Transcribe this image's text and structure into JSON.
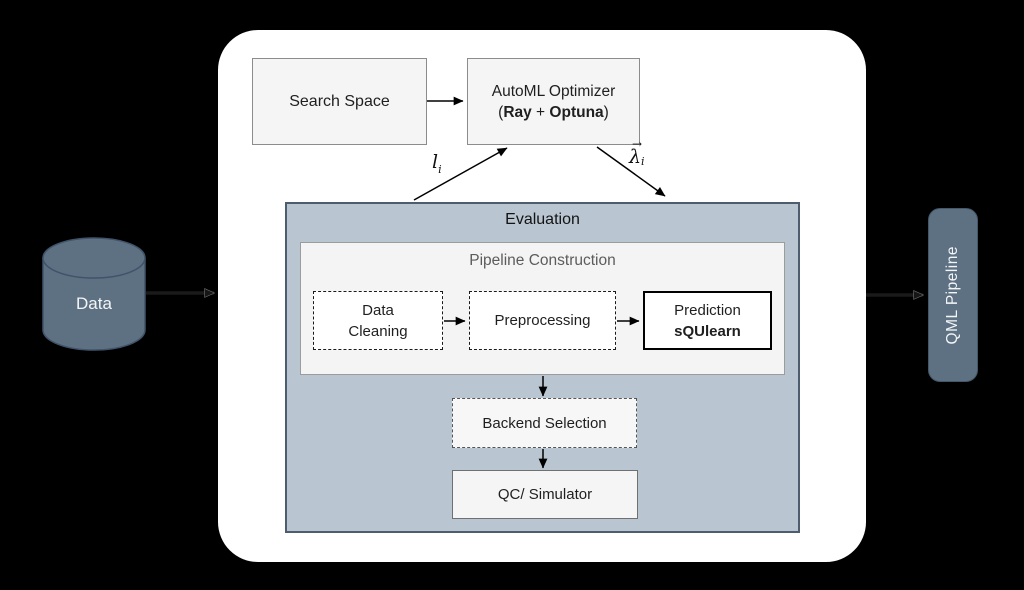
{
  "diagram": {
    "nodes": {
      "search_space": {
        "label": "Search Space"
      },
      "automl_optimizer": {
        "line1": "AutoML Optimizer",
        "line2_parts": [
          "(",
          "Ray",
          " + ",
          "Optuna",
          ")"
        ]
      },
      "evaluation": {
        "label": "Evaluation"
      },
      "pipeline_construction": {
        "label": "Pipeline Construction"
      },
      "data_cleaning": {
        "label": "Data\nCleaning"
      },
      "preprocessing": {
        "label": "Preprocessing"
      },
      "prediction": {
        "line1": "Prediction",
        "line2": "sQUlearn"
      },
      "backend_selection": {
        "label": "Backend Selection"
      },
      "qc_simulator": {
        "label": "QC/ Simulator"
      },
      "data_store": {
        "label": "Data"
      },
      "qml_pipeline": {
        "label": "QML Pipeline"
      }
    },
    "edge_labels": {
      "loss": {
        "base": "l",
        "sub": "i"
      },
      "hyperparams": {
        "vector": "→",
        "base": "λ",
        "sub": "i"
      }
    },
    "colors": {
      "background": "#000000",
      "canvas": "#ffffff",
      "evaluation_fill": "#b9c5d1",
      "evaluation_border": "#4d5d6d",
      "node_fill": "#f5f5f5",
      "node_border": "#8c8c8c",
      "slate_fill": "#5e7183",
      "slate_border": "#45576a",
      "arrow": "#000000"
    }
  }
}
